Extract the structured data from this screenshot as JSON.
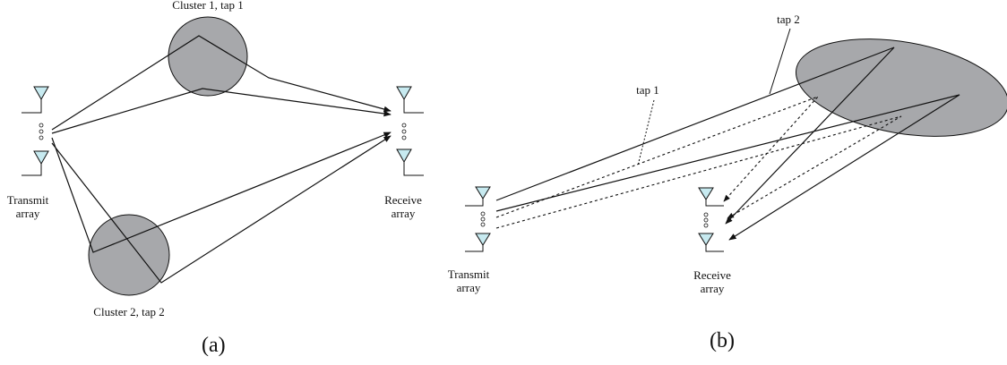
{
  "panel_a": {
    "caption": "(a)",
    "cluster1_label": "Cluster 1, tap 1",
    "cluster2_label": "Cluster 2, tap 2",
    "transmit_label": [
      "Transmit",
      "array"
    ],
    "receive_label": [
      "Receive",
      "array"
    ]
  },
  "panel_b": {
    "caption": "(b)",
    "tap1_label": "tap 1",
    "tap2_label": "tap 2",
    "transmit_label": [
      "Transmit",
      "array"
    ],
    "receive_label": [
      "Receive",
      "array"
    ]
  },
  "colors": {
    "cluster_fill": "#a7a8ab",
    "antenna_fill": "#c7eaf0",
    "stroke": "#111111"
  },
  "icons": {
    "antenna": "antenna-triangle-icon",
    "ellipsis": "vertical-dots-icon"
  }
}
